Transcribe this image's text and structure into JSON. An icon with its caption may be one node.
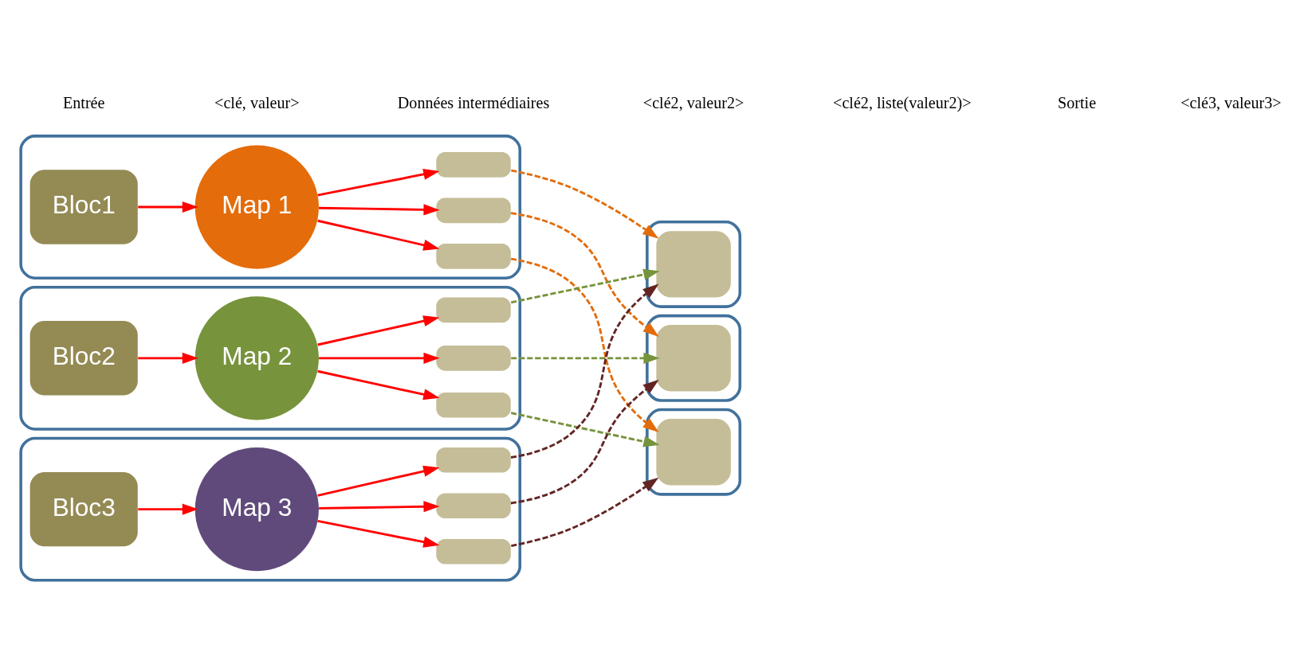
{
  "diagram": {
    "nodes": [
      {
        "text": [],
        "shape": "box"
      },
      {
        "text": [
          "Bloc1"
        ],
        "in": 0
      },
      {
        "text": [
          "Map 1"
        ],
        "in": 0
      },
      {
        "text": [],
        "shape": "box",
        "in": 0
      },
      {
        "text": [],
        "shape": "box",
        "in": 0
      },
      {
        "text": [],
        "shape": "box",
        "in": 0
      },
      {
        "text": [],
        "shape": "box"
      },
      {
        "text": [
          "Bloc2"
        ],
        "in": 6
      },
      {
        "text": [
          "Map 2"
        ],
        "in": 6
      },
      {
        "text": [],
        "shape": "box",
        "in": 6
      },
      {
        "text": [],
        "shape": "box",
        "in": 6
      },
      {
        "text": [],
        "shape": "box",
        "in": 6
      },
      {
        "text": [],
        "shape": "box"
      },
      {
        "text": [
          "Bloc3"
        ],
        "in": 12
      },
      {
        "text": [
          "Map 3"
        ],
        "in": 12
      },
      {
        "text": [],
        "shape": "box",
        "in": 12
      },
      {
        "text": [],
        "shape": "box",
        "in": 12
      },
      {
        "text": [],
        "shape": "box",
        "in": 12
      },
      {
        "text": [],
        "shape": "box"
      },
      {
        "text": [],
        "shape": "box",
        "in": 18
      },
      {
        "text": [],
        "shape": "box"
      },
      {
        "text": [],
        "shape": "box",
        "in": 20
      },
      {
        "text": [],
        "shape": "box"
      },
      {
        "text": [],
        "shape": "box",
        "in": 22
      }
    ],
    "edges": [
      {
        "from": 1,
        "to": 2,
        "arrow": "to"
      },
      {
        "from": 2,
        "to": 3,
        "arrow": "to"
      },
      {
        "from": 2,
        "to": 4,
        "arrow": "to"
      },
      {
        "from": 2,
        "to": 5,
        "arrow": "to"
      },
      {
        "from": 7,
        "to": 8,
        "arrow": "to"
      },
      {
        "from": 8,
        "to": 9,
        "arrow": "to"
      },
      {
        "from": 8,
        "to": 10,
        "arrow": "to"
      },
      {
        "from": 8,
        "to": 11,
        "arrow": "to"
      },
      {
        "from": 13,
        "to": 14,
        "arrow": "to"
      },
      {
        "from": 14,
        "to": 15,
        "arrow": "to"
      },
      {
        "from": 14,
        "to": 16,
        "arrow": "to"
      },
      {
        "from": 14,
        "to": 17,
        "arrow": "to"
      },
      {
        "from": 3,
        "to": 19,
        "arrow": "to",
        "style": "dashed",
        "color": "#e36c0a"
      },
      {
        "from": 4,
        "to": 21,
        "arrow": "to",
        "style": "dashed",
        "color": "#e36c0a"
      },
      {
        "from": 5,
        "to": 23,
        "arrow": "to",
        "style": "dashed",
        "color": "#e36c0a"
      },
      {
        "from": 9,
        "to": 19,
        "arrow": "to",
        "style": "dashed",
        "color": "#77933c"
      },
      {
        "from": 10,
        "to": 21,
        "arrow": "to",
        "style": "dashed",
        "color": "#77933c"
      },
      {
        "from": 11,
        "to": 23,
        "arrow": "to",
        "style": "dashed",
        "color": "#77933c"
      },
      {
        "from": 15,
        "to": 19,
        "arrow": "to",
        "style": "dashed",
        "color": "#632523"
      },
      {
        "from": 16,
        "to": 21,
        "arrow": "to",
        "style": "dashed",
        "color": "#632523"
      },
      {
        "from": 17,
        "to": 23,
        "arrow": "to",
        "style": "dashed",
        "color": "#632523"
      }
    ],
    "labels": [
      "Entrée",
      "<clé, valeur>",
      "Données intermédiaires",
      "<clé2, valeur2>",
      "<clé2, liste(valeur2)>",
      "Sortie",
      "<clé3, valeur3>"
    ]
  }
}
